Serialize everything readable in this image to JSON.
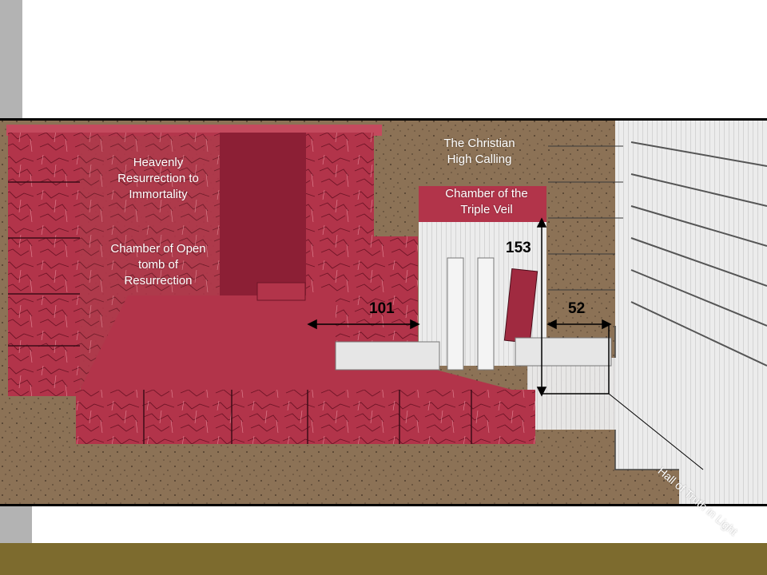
{
  "labels": {
    "heavenly": "Heavenly Resurrection to Immortality",
    "open_tomb": "Chamber of Open tomb of Resurrection",
    "high_calling": "The Christian High Calling",
    "triple_veil": "Chamber of the Triple Veil",
    "hall": "Hall of Truth in Light"
  },
  "dimensions": {
    "height": "153",
    "left_width": "101",
    "right_width": "52"
  },
  "colors": {
    "granite": "#b2344a",
    "granite_dark": "#8c1f35",
    "earth": "#8c7256",
    "limestone": "#ececec",
    "footer": "#7d6b2e"
  }
}
